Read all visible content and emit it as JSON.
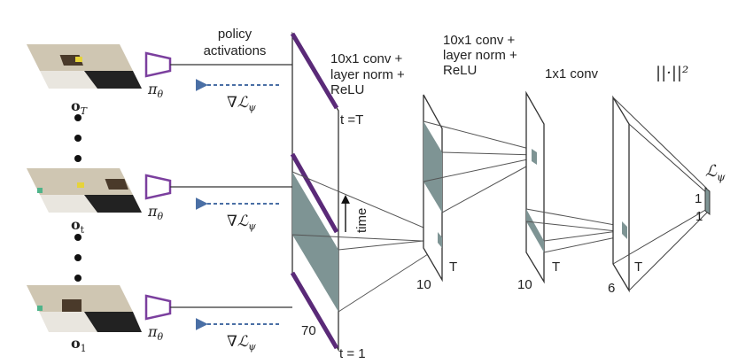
{
  "labels": {
    "policy_line1": "policy",
    "policy_line2": "activations",
    "conv_a_line1": "10x1 conv +",
    "conv_a_line2": "layer norm +",
    "conv_a_line3": "ReLU",
    "conv_b_line1": "10x1 conv +",
    "conv_b_line2": "layer norm +",
    "conv_b_line3": "ReLU",
    "conv_c": "1x1 conv",
    "norm": "||·||²",
    "loss": "ℒψ",
    "t_top": "t =T",
    "t_bottom": "t = 1",
    "time": "time",
    "dim_70": "70",
    "dim_10a": "10",
    "dim_10b": "10",
    "dim_6": "6",
    "T_a": "T",
    "T_b": "T",
    "T_c": "T",
    "one_a": "1",
    "one_b": "1"
  },
  "observations": [
    {
      "label": "oT"
    },
    {
      "label": "ot"
    },
    {
      "label": "o1"
    }
  ],
  "policy_symbol": "πθ",
  "gradient_symbol": "∇ℒψ",
  "colors": {
    "policy_trapezoid": "#7b3f9e",
    "highlight_stripe": "#5a2a78",
    "shaded_block": "#7e9494",
    "gradient_arrow": "#4a6fa5",
    "line": "#333333"
  }
}
